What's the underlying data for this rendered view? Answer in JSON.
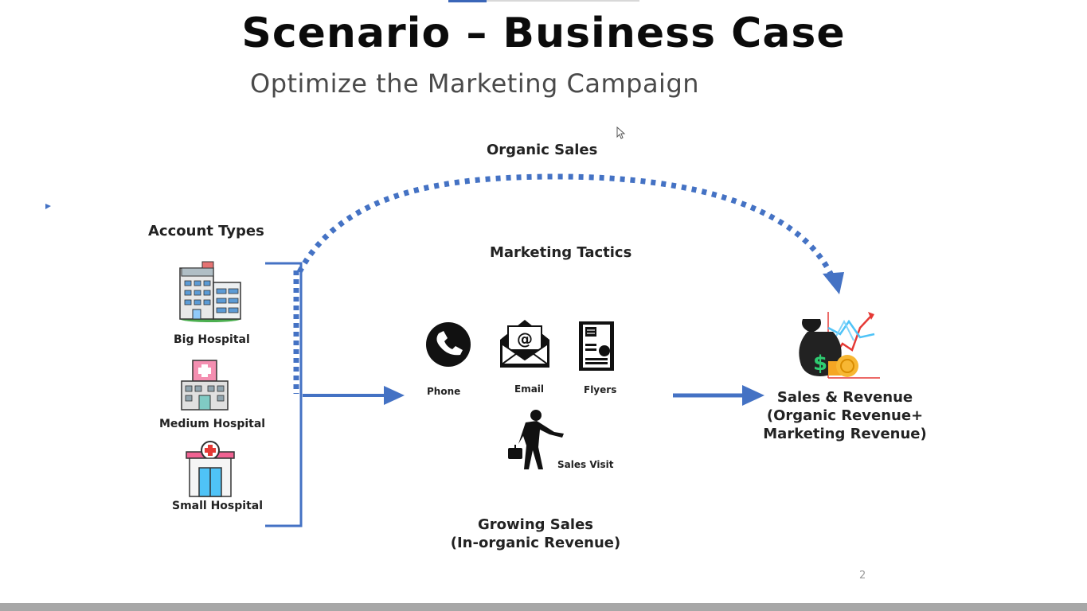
{
  "title": "Scenario – Business Case",
  "subtitle": "Optimize the Marketing Campaign",
  "diagram": {
    "organic_sales": "Organic Sales",
    "account_types": {
      "heading": "Account Types",
      "items": [
        "Big Hospital",
        "Medium Hospital",
        "Small Hospital"
      ]
    },
    "marketing_tactics": {
      "heading": "Marketing Tactics",
      "items": [
        "Phone",
        "Email",
        "Flyers",
        "Sales Visit"
      ]
    },
    "growing_sales": {
      "line1": "Growing Sales",
      "line2": "(In-organic Revenue)"
    },
    "outcome": {
      "line1": "Sales & Revenue",
      "line2": "(Organic Revenue+",
      "line3": "Marketing Revenue)"
    }
  },
  "page_number": "2",
  "colors": {
    "arrow_blue": "#4472c4",
    "title": "#0b0b0b",
    "subtitle": "#4a4a4a"
  },
  "icons": [
    "hospital-large-icon",
    "hospital-medium-icon",
    "hospital-small-icon",
    "phone-icon",
    "email-icon",
    "flyer-icon",
    "sales-visit-icon",
    "revenue-growth-icon",
    "cursor-icon"
  ]
}
